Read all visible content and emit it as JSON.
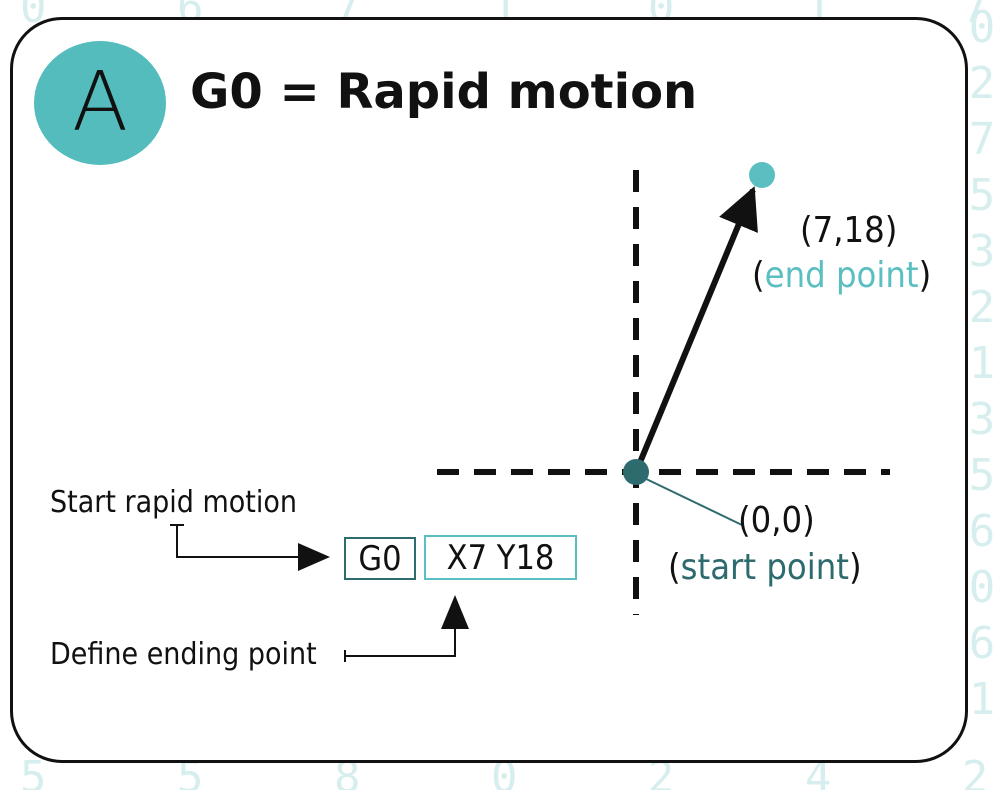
{
  "badge": {
    "letter": "A",
    "color": "#55bcbe"
  },
  "title": "G0 = Rapid motion",
  "colors": {
    "outline": "#111111",
    "end_point": "#5bbfc1",
    "start_point": "#2e6b6e",
    "background_glyphs": "#d7eeee"
  },
  "end_point": {
    "coords": "(7,18)",
    "open": "(",
    "label": "end point",
    "close": ")"
  },
  "start_point": {
    "coords": "(0,0)",
    "open": "(",
    "label": "start point",
    "close": ")"
  },
  "code": {
    "command": "G0",
    "params": "X7 Y18"
  },
  "annotations": {
    "start_rapid": "Start rapid motion",
    "define_end": "Define ending point"
  }
}
